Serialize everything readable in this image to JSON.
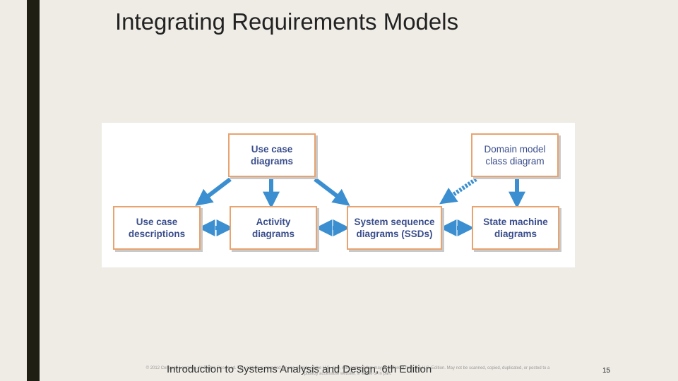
{
  "slide": {
    "title": "Integrating Requirements Models",
    "number": "15"
  },
  "diagram": {
    "nodes": [
      {
        "id": "use-case-diagrams",
        "label": "Use case\ndiagrams"
      },
      {
        "id": "domain-model",
        "label": "Domain model\nclass diagram"
      },
      {
        "id": "use-case-descriptions",
        "label": "Use case\ndescriptions"
      },
      {
        "id": "activity-diagrams",
        "label": "Activity\ndiagrams"
      },
      {
        "id": "ssd",
        "label": "System sequence\ndiagrams (SSDs)"
      },
      {
        "id": "state-machine",
        "label": "State machine\ndiagrams"
      }
    ],
    "colors": {
      "arrow": "#3b8fd0",
      "node_border": "#e8a36f",
      "node_text": "#3a4e8c"
    }
  },
  "footer": {
    "book_title": "Introduction to Systems Analysis and Design, 6th Edition",
    "copyright": "© 2012 Cengage Learning. All Rights Reserved. This edition is intended for use outside of the U.S. only, with content that may be different from the U.S. Edition. May not be scanned, copied, duplicated, or posted to a publicly accessible website, in whole or in part."
  }
}
